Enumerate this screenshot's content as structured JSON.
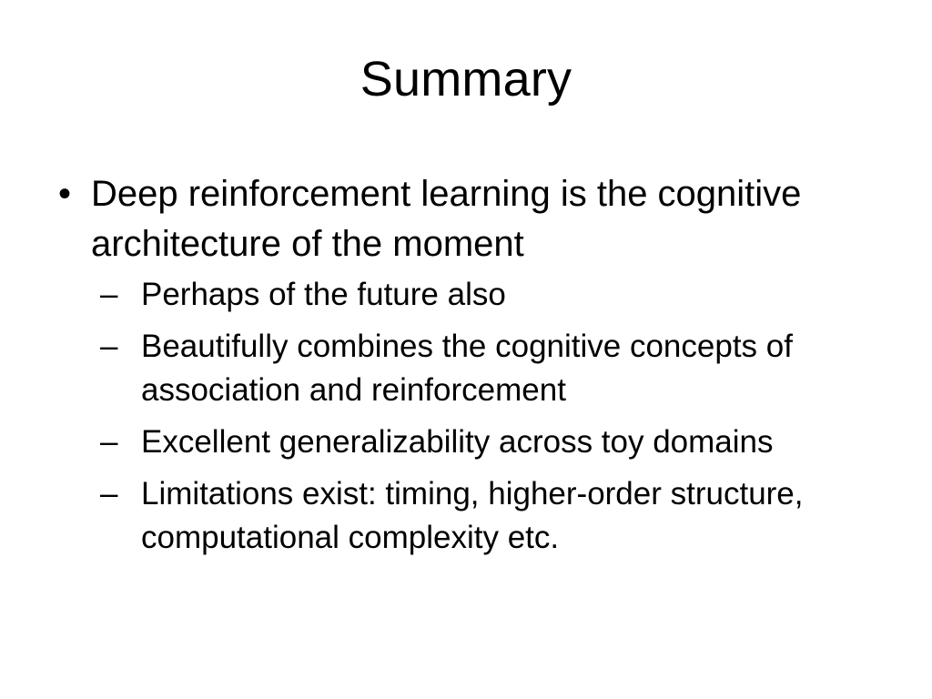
{
  "slide": {
    "title": "Summary",
    "background_color": "#FFFFFF",
    "text_color": "#000000",
    "level1_bullet_glyph": "•",
    "level2_bullet_glyph": "–",
    "bullets": [
      {
        "text": "Deep reinforcement learning is the cognitive architecture of the moment",
        "sub_bullets": [
          {
            "text": "Perhaps of the future also"
          },
          {
            "text": "Beautifully combines the cognitive concepts of association and reinforcement"
          },
          {
            "text": "Excellent generalizability across toy domains"
          },
          {
            "text": "Limitations exist: timing, higher-order structure, computational complexity etc."
          }
        ]
      }
    ]
  }
}
